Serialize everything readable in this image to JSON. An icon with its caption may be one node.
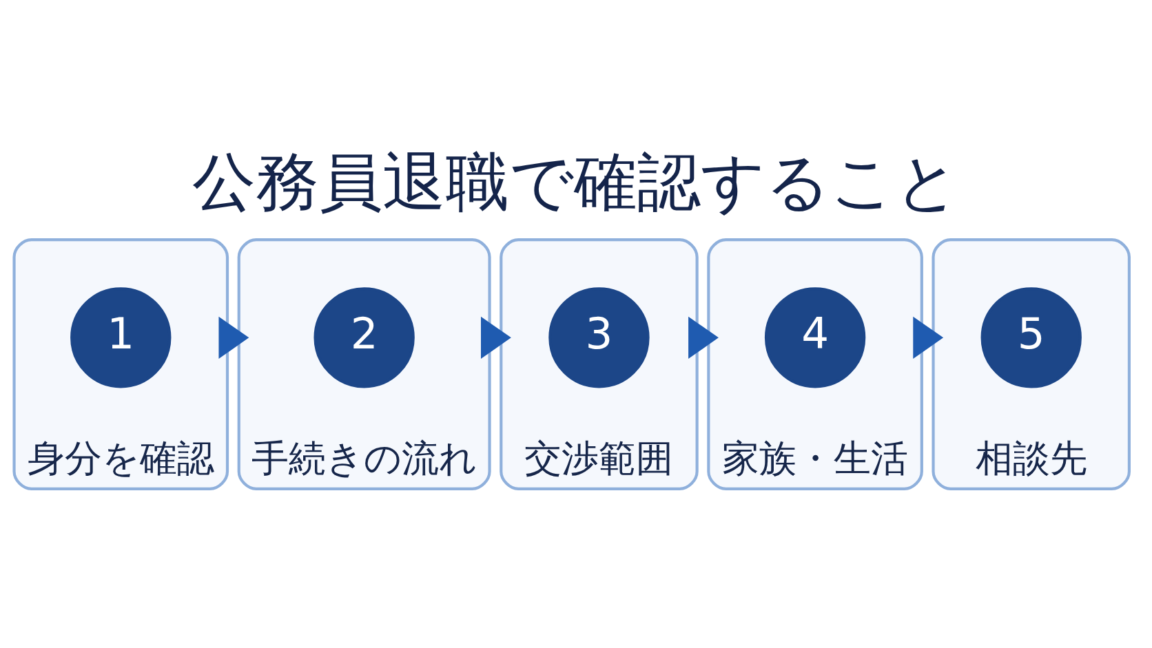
{
  "diagram": {
    "title": "公務員退職で確認すること",
    "nodes": [
      {
        "text": [
          "身分を確認"
        ]
      },
      {
        "text": [
          "1"
        ],
        "in": 0
      },
      {
        "text": [
          "手続きの流れ"
        ]
      },
      {
        "text": [
          "2"
        ],
        "in": 2
      },
      {
        "text": [
          "交渉範囲"
        ]
      },
      {
        "text": [
          "3"
        ],
        "in": 4
      },
      {
        "text": [
          "家族・生活"
        ]
      },
      {
        "text": [
          "4"
        ],
        "in": 6
      },
      {
        "text": [
          "相談先"
        ]
      },
      {
        "text": [
          "5"
        ],
        "in": 8
      }
    ],
    "edges": [
      {
        "from": 0,
        "to": 2,
        "arrow": "to"
      },
      {
        "from": 2,
        "to": 4,
        "arrow": "to"
      },
      {
        "from": 4,
        "to": 6,
        "arrow": "to"
      },
      {
        "from": 6,
        "to": 8,
        "arrow": "to"
      }
    ]
  }
}
